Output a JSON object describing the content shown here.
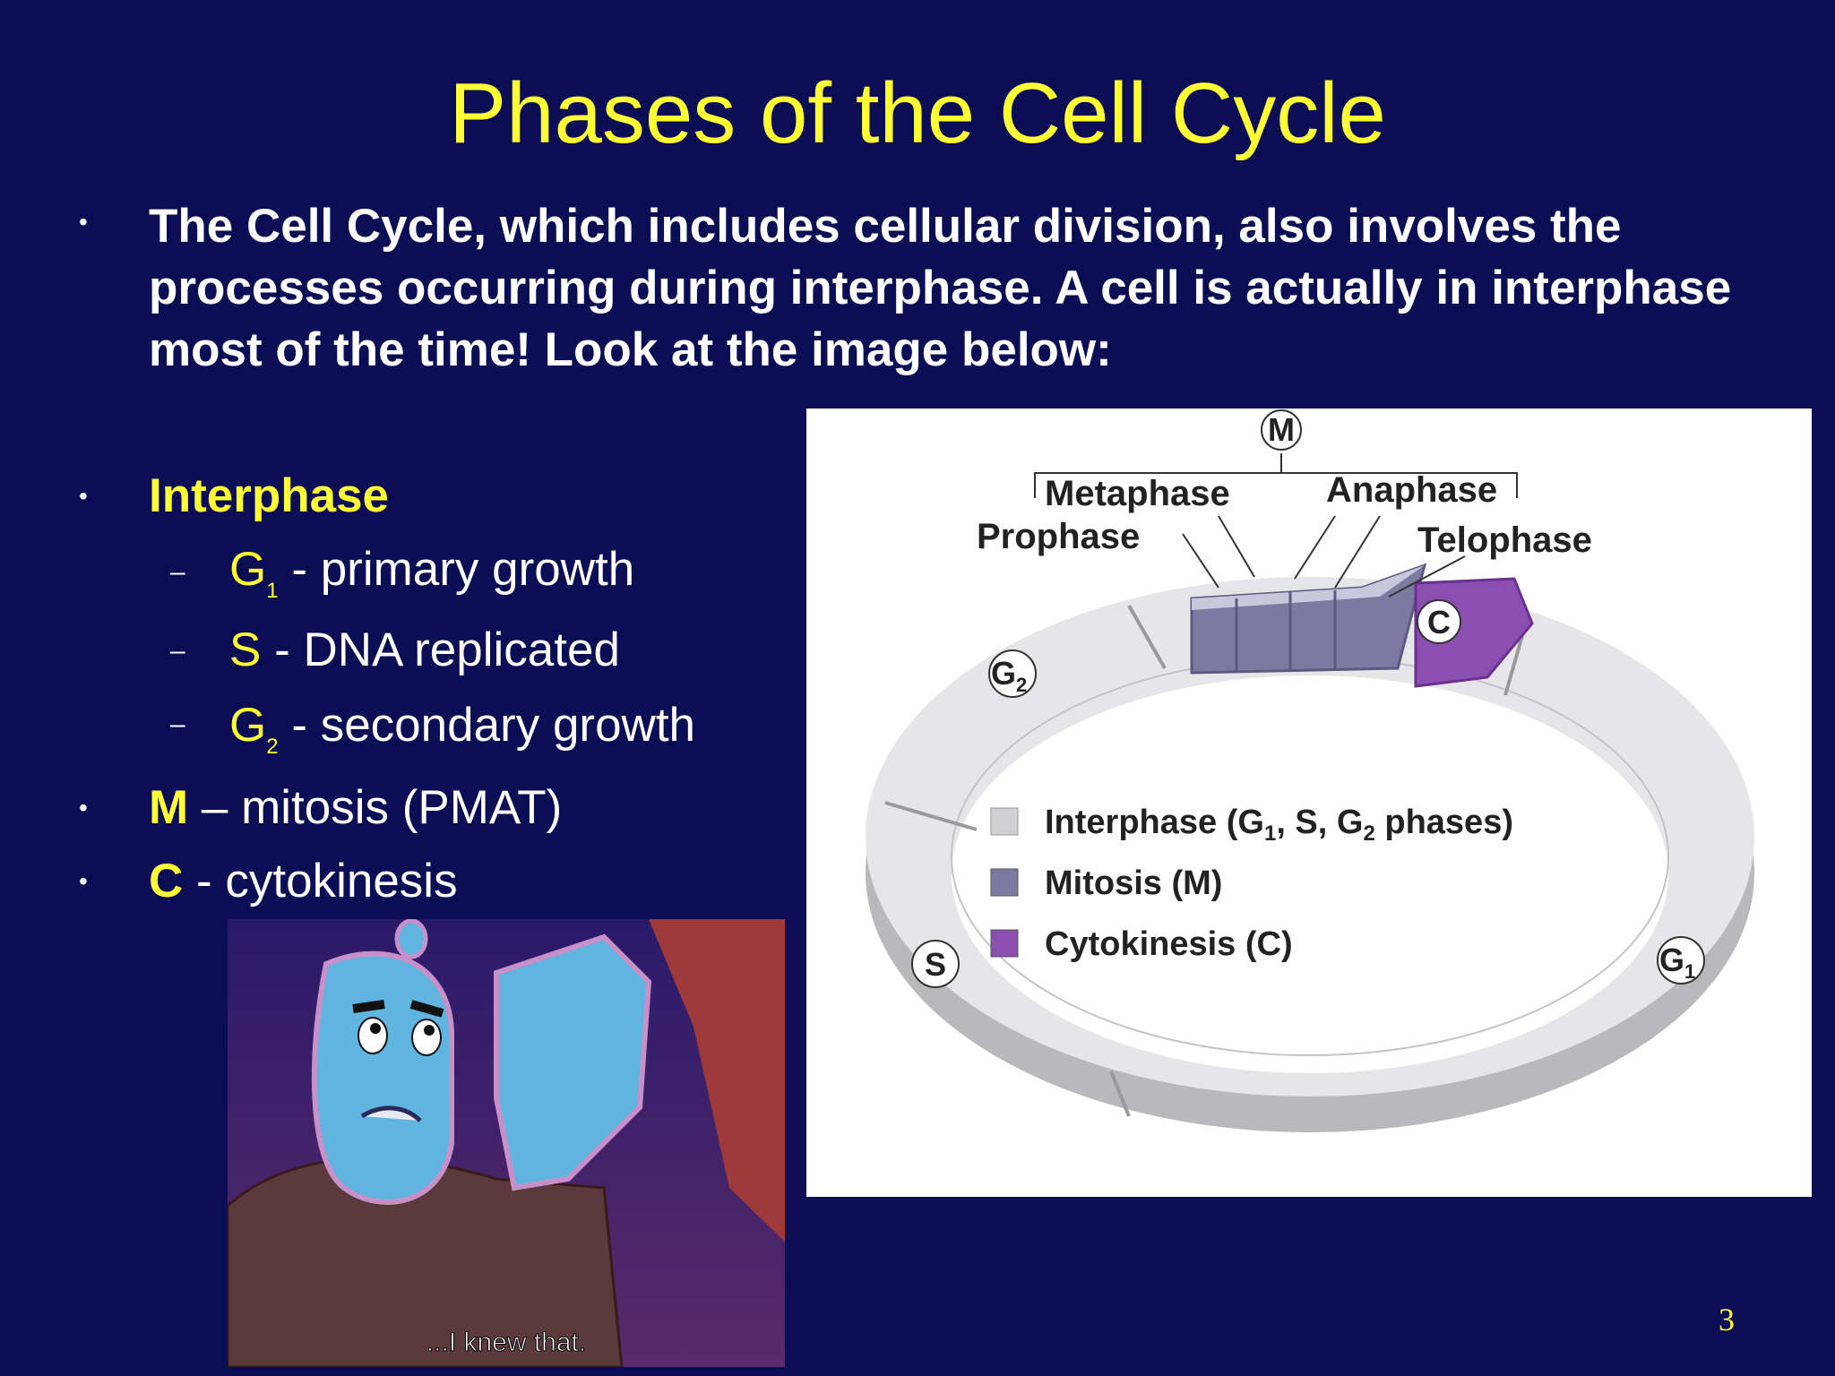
{
  "slide": {
    "title": "Phases of the Cell Cycle",
    "intro": "The Cell Cycle, which includes cellular division, also involves the processes occurring during interphase. A cell is actually in interphase most of the time! Look at the image below:",
    "bullets": {
      "interphase": "Interphase",
      "g1_letter": "G",
      "g1_sub": "1",
      "g1_text": " - primary growth",
      "s_letter": "S",
      "s_text": " - DNA replicated",
      "g2_letter": "G",
      "g2_sub": "2",
      "g2_text": " - secondary growth",
      "m_letter": "M",
      "m_text": " – mitosis (PMAT)",
      "c_letter": "C",
      "c_text": " - cytokinesis"
    },
    "page_number": "3"
  },
  "diagram": {
    "m_label": "M",
    "metaphase": "Metaphase",
    "anaphase": "Anaphase",
    "prophase": "Prophase",
    "telophase": "Telophase",
    "c_label": "C",
    "g2_label": "G",
    "g2_sub": "2",
    "s_label": "S",
    "g1_label": "G",
    "g1_sub": "1",
    "legend": {
      "interphase_pre": "Interphase (G",
      "interphase_sub1": "1",
      "interphase_mid": ", S, G",
      "interphase_sub2": "2",
      "interphase_post": " phases)",
      "mitosis": "Mitosis (M)",
      "cytokinesis": "Cytokinesis (C)"
    },
    "colors": {
      "interphase": "#d0d0d2",
      "mitosis": "#7c7aa0",
      "cytokinesis": "#8a4fb0"
    }
  },
  "meme": {
    "caption": "...I knew that."
  },
  "colors": {
    "background": "#0b0d55",
    "accent": "#ffff33",
    "text": "#ffffff"
  }
}
